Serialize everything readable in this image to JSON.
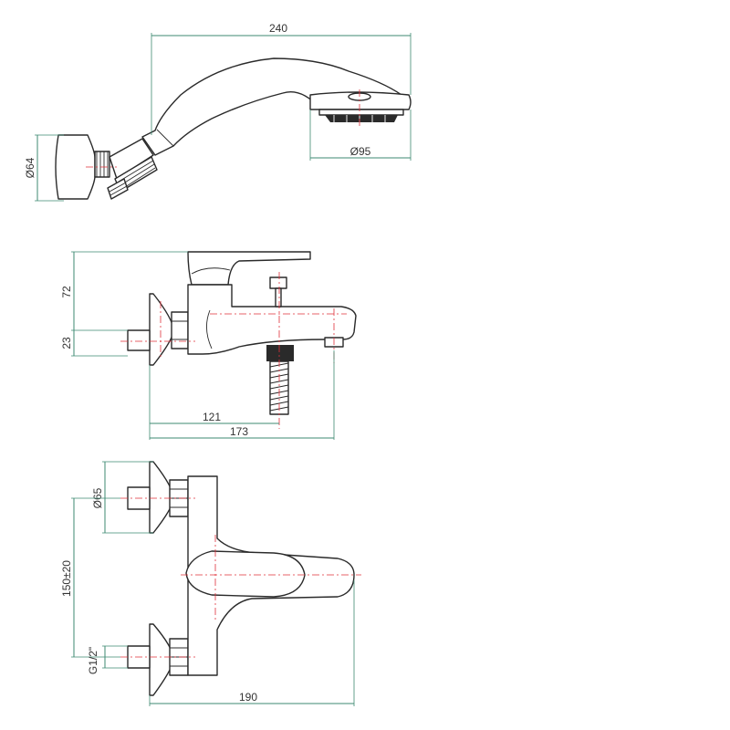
{
  "diagram": {
    "views": {
      "handshower": {
        "dim_length": "240",
        "dim_head_diameter": "Ø95",
        "dim_holder_diameter": "Ø64"
      },
      "side": {
        "dim_height_upper": "72",
        "dim_height_lower": "23",
        "dim_depth_outlet": "121",
        "dim_depth_spout": "173"
      },
      "top": {
        "dim_flange_diameter": "Ø65",
        "dim_centers": "150±20",
        "dim_thread": "G1/2\"",
        "dim_width": "190"
      }
    },
    "colors": {
      "outline": "#2a2a2a",
      "dimension": "#3e8a72",
      "centerline": "#e0303a"
    }
  }
}
